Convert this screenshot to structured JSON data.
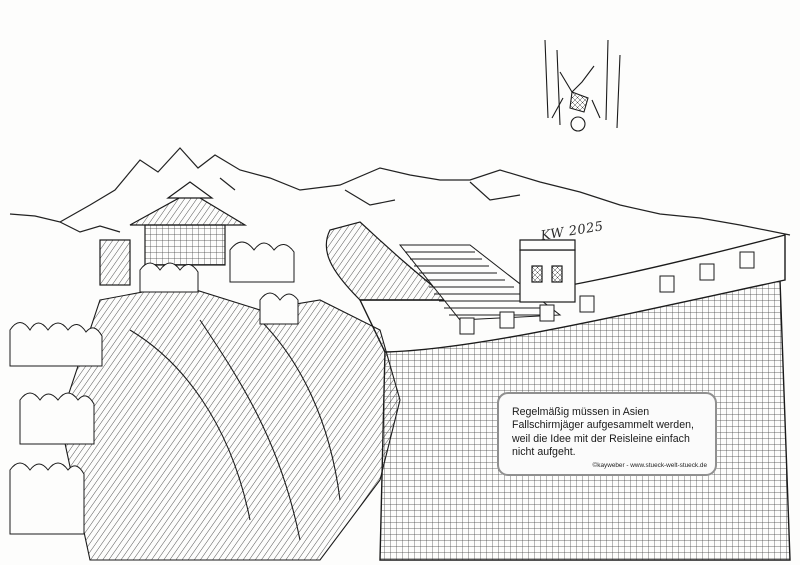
{
  "caption": {
    "text": "Regelmäßig müssen in Asien\nFallschirmjäger aufgesammelt werden,\nweil die Idee mit der Reisleine einfach\nnicht aufgeht.",
    "credit": "©kayweber - www.stueck-welt-stueck.de"
  },
  "signature": "KW 2025",
  "colors": {
    "ink": "#1b1b1b",
    "paper": "#fdfdfc",
    "caption_border": "#8f8f8f"
  }
}
